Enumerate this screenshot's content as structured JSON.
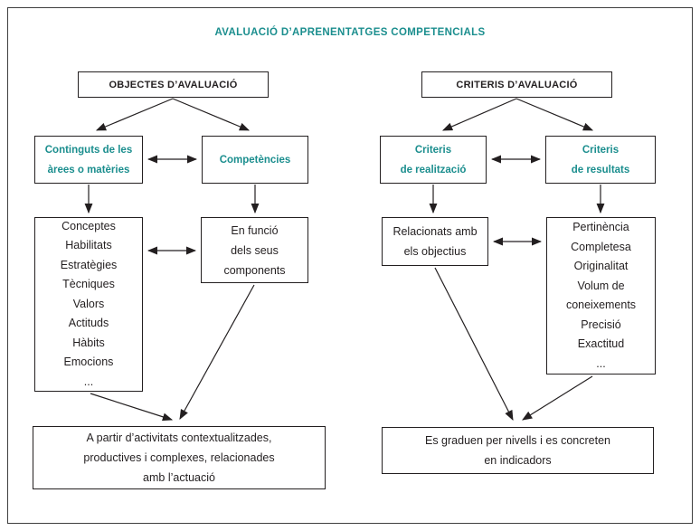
{
  "title": "AVALUACIÓ D’APRENENTATGES COMPETENCIALS",
  "colors": {
    "accent": "#1b8e8e",
    "ink": "#231f20"
  },
  "left": {
    "header": "OBJECTES D’AVALUACIÓ",
    "continguts": "Continguts de les\nàrees o matèries",
    "competencies": "Competències",
    "list": [
      "Conceptes",
      "Habilitats",
      "Estratègies",
      "Tècniques",
      "Valors",
      "Actituds",
      "Hàbits",
      "Emocions",
      "..."
    ],
    "enfuncio": "En funció\ndels seus\ncomponents",
    "bottom": "A partir d’activitats contextualitzades,\nproductives i complexes, relacionades\namb l’actuació"
  },
  "right": {
    "header": "CRITERIS D’AVALUACIÓ",
    "realitzacio": "Criteris\nde realització",
    "resultats": "Criteris\nde resultats",
    "relacionats": "Relacionats amb\nels objectius",
    "list": [
      "Pertinència",
      "Completesa",
      "Originalitat",
      "Volum de coneixements",
      "Precisió",
      "Exactitud",
      "..."
    ],
    "bottom": "Es graduen per nivells i es concreten\nen indicadors"
  }
}
